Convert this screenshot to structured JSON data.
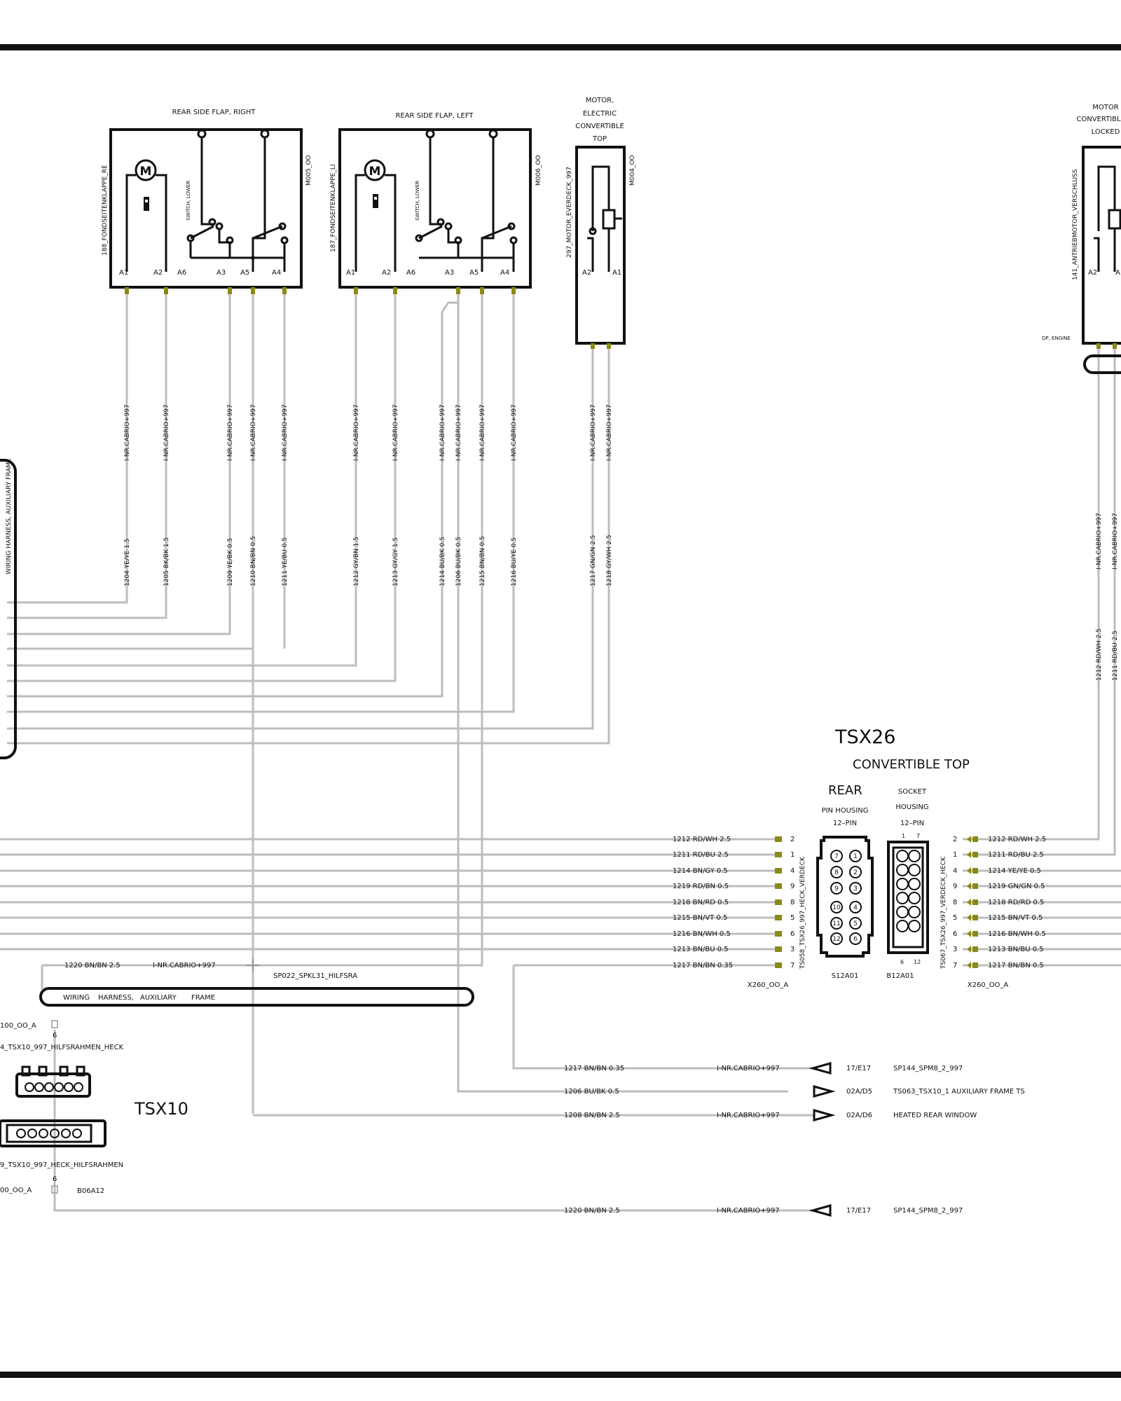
{
  "colors": {
    "frame": "#111111",
    "wire": "#bdbdbd",
    "pin_marker": "#8a8a14",
    "background": "#ffffff"
  },
  "components": [
    {
      "ref": "M005_OO",
      "title": "REAR SIDE FLAP, RIGHT",
      "side_label": "188_FONDSEITENKLAPPE_RE",
      "switch_label": "SWITCH, LOWER",
      "pins": [
        "A1",
        "A2",
        "A6",
        "A3",
        "A5",
        "A4"
      ]
    },
    {
      "ref": "M006_OO",
      "title": "REAR SIDE FLAP, LEFT",
      "side_label": "187_FONDSEITENKLAPPE_LI",
      "switch_label": "SWITCH, LOWER",
      "pins": [
        "A1",
        "A2",
        "A6",
        "A3",
        "A5",
        "A4"
      ]
    },
    {
      "ref": "M004_OO",
      "title_lines": [
        "MOTOR,",
        "ELECTRIC",
        "CONVERTIBLE",
        "TOP"
      ],
      "side_label": "297_MOTOR_EVERDECK_997",
      "pins": [
        "A2",
        "A1"
      ]
    },
    {
      "title_lines": [
        "MOTOR",
        "CONVERTIBL",
        "LOCKED"
      ],
      "side_label": "141_ANTRIEBMOTOR_VERSCHLUSS",
      "pins": [
        "A2",
        "A"
      ],
      "note": "DP, ENGINE"
    }
  ],
  "vertical_wires": {
    "variant": "I-NR.CABRIO+997",
    "labels": [
      "1204 YE/YE 1.5",
      "1205 BK/BK 1.5",
      "1209 YE/BK 0.5",
      "1210 BN/BN 0.5",
      "1211 YE/BU 0.5",
      "1212 GY/BN 1.5",
      "1213 GY/GY 1.5",
      "1214 BU/BK 0.5",
      "1206 BU/BK 0.5",
      "1215 BN/BN 0.5",
      "1216 BU/YE 0.5",
      "1217 GN/GN 2.5",
      "1218 GY/WH 2.5",
      "1212 RD/WH 2.5",
      "1211 RD/BU 2.5"
    ]
  },
  "harness_left": "WIRING HARNESS, AUXILIARY FRAME",
  "tsx26": {
    "name": "TSX26",
    "subtitle": "CONVERTIBLE TOP",
    "rear": "REAR",
    "pin_housing": [
      "PIN HOUSING",
      "12–PIN"
    ],
    "socket_housing": [
      "SOCKET",
      "HOUSING",
      "12–PIN"
    ],
    "left_connector": "TS058_TSX26_997_HECK_VERDECK",
    "right_connector": "TS067_TSX26_997_VERDECK_HECK",
    "pin_id": "S12A01",
    "socket_id": "B12A01",
    "left_location": "X260_OO_A",
    "right_location": "X260_OO_A",
    "socket_pin_top": [
      "1",
      "7"
    ],
    "socket_pin_bottom": [
      "6",
      "12"
    ],
    "pin_numbers": [
      "7",
      "1",
      "8",
      "2",
      "9",
      "3",
      "10",
      "4",
      "11",
      "5",
      "12",
      "6"
    ],
    "rows": [
      {
        "left": "1212 RD/WH 2.5",
        "pin": "2",
        "right": "1212 RD/WH 2.5"
      },
      {
        "left": "1211 RD/BU 2.5",
        "pin": "1",
        "right": "1211 RD/BU 2.5"
      },
      {
        "left": "1214 BN/GY 0.5",
        "pin": "4",
        "right": "1214 YE/YE 0.5"
      },
      {
        "left": "1219 RD/BN 0.5",
        "pin": "9",
        "right": "1219 GN/GN 0.5"
      },
      {
        "left": "1218 BN/RD 0.5",
        "pin": "8",
        "right": "1218 RD/RD 0.5"
      },
      {
        "left": "1215 BN/VT 0.5",
        "pin": "5",
        "right": "1215 BN/VT 0.5"
      },
      {
        "left": "1216 BN/WH 0.5",
        "pin": "6",
        "right": "1216 BN/WH 0.5"
      },
      {
        "left": "1213 BN/BU 0.5",
        "pin": "3",
        "right": "1213 BN/BU 0.5"
      },
      {
        "left": "1217 BN/BN 0.35",
        "pin": "7",
        "right": "1217 BN/BN 0.5"
      }
    ]
  },
  "splice": {
    "wire": "1220 BN/BN 2.5",
    "variant": "I-NR.CABRIO+997",
    "name": "SP022_SPKL31_HILFSRA"
  },
  "harness_bottom": [
    "WIRING",
    "HARNESS,",
    "AUXILIARY",
    "FRAME"
  ],
  "tsx10": {
    "name": "TSX10",
    "top_location": "100_OO_A",
    "top_pin": "6",
    "top_connector": "4_TSX10_997_HILFSRAHMEN_HECK",
    "bottom_connector": "9_TSX10_997_HECK_HILFSRAHMEN",
    "bottom_location": "00_OO_A",
    "bottom_pin": "6",
    "bottom_id": "B06A12"
  },
  "references": [
    {
      "wire": "1217 BN/BN 0.35",
      "variant": "I-NR.CABRIO+997",
      "page": "17/E17",
      "target": "SP144_SPM8_2_997"
    },
    {
      "wire": "1206 BU/BK 0.5",
      "variant": "",
      "page": "02A/D5",
      "target": "TS063_TSX10_1  AUXILIARY FRAME TS"
    },
    {
      "wire": "1208 BN/BN 2.5",
      "variant": "I-NR.CABRIO+997",
      "page": "02A/D6",
      "target": "HEATED REAR WINDOW"
    },
    {
      "wire": "1220 BN/BN 2.5",
      "variant": "I-NR.CABRIO+997",
      "page": "17/E17",
      "target": "SP144_SPM8_2_997"
    }
  ]
}
